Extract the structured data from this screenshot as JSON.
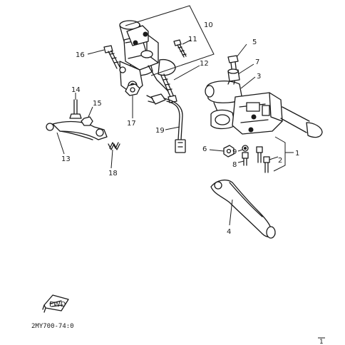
{
  "diagram": {
    "drawing_code": "2MY700-74:0",
    "fwd_label": "FWD",
    "corner_mark": "1",
    "parts": [
      {
        "id": "p1",
        "label": "1"
      },
      {
        "id": "p2",
        "label": "2"
      },
      {
        "id": "p3",
        "label": "3"
      },
      {
        "id": "p4",
        "label": "4"
      },
      {
        "id": "p5",
        "label": "5"
      },
      {
        "id": "p6",
        "label": "6"
      },
      {
        "id": "p7",
        "label": "7"
      },
      {
        "id": "p8",
        "label": "8"
      },
      {
        "id": "p9",
        "label": "9"
      },
      {
        "id": "p10",
        "label": "10"
      },
      {
        "id": "p11",
        "label": "11"
      },
      {
        "id": "p12",
        "label": "12"
      },
      {
        "id": "p13",
        "label": "13"
      },
      {
        "id": "p14",
        "label": "14"
      },
      {
        "id": "p15",
        "label": "15"
      },
      {
        "id": "p16",
        "label": "16"
      },
      {
        "id": "p17",
        "label": "17"
      },
      {
        "id": "p18",
        "label": "18"
      },
      {
        "id": "p19",
        "label": "19"
      }
    ]
  }
}
